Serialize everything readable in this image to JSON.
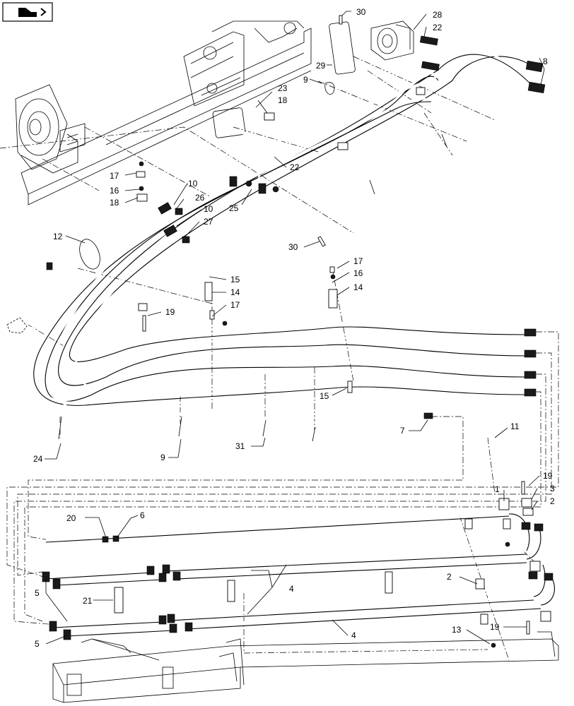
{
  "toolbar": {
    "icon_name": "view-toggle-icon"
  },
  "callouts": [
    {
      "num": "30"
    },
    {
      "num": "28"
    },
    {
      "num": "22"
    },
    {
      "num": "8"
    },
    {
      "num": "29"
    },
    {
      "num": "9"
    },
    {
      "num": "23"
    },
    {
      "num": "18"
    },
    {
      "num": "17"
    },
    {
      "num": "16"
    },
    {
      "num": "18"
    },
    {
      "num": "10"
    },
    {
      "num": "26"
    },
    {
      "num": "10"
    },
    {
      "num": "27"
    },
    {
      "num": "22"
    },
    {
      "num": "25"
    },
    {
      "num": "30"
    },
    {
      "num": "12"
    },
    {
      "num": "15"
    },
    {
      "num": "14"
    },
    {
      "num": "17"
    },
    {
      "num": "17"
    },
    {
      "num": "16"
    },
    {
      "num": "14"
    },
    {
      "num": "19"
    },
    {
      "num": "15"
    },
    {
      "num": "24"
    },
    {
      "num": "9"
    },
    {
      "num": "31"
    },
    {
      "num": "7"
    },
    {
      "num": "11"
    },
    {
      "num": "19"
    },
    {
      "num": "1"
    },
    {
      "num": "3"
    },
    {
      "num": "2"
    },
    {
      "num": "20"
    },
    {
      "num": "6"
    },
    {
      "num": "2"
    },
    {
      "num": "4"
    },
    {
      "num": "5"
    },
    {
      "num": "21"
    },
    {
      "num": "4"
    },
    {
      "num": "5"
    },
    {
      "num": "13"
    },
    {
      "num": "19"
    }
  ]
}
